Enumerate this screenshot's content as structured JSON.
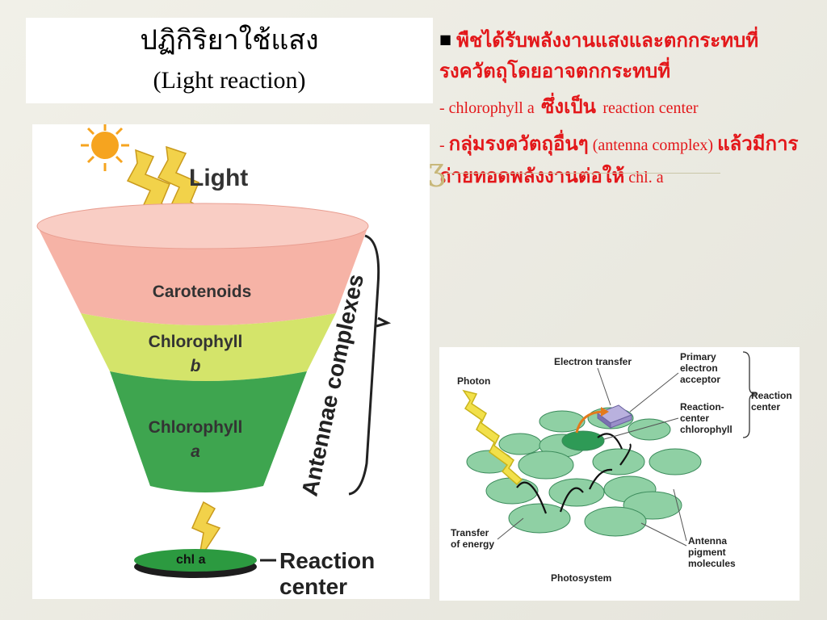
{
  "title": {
    "thai": "ปฏิกิริยาใช้แสง",
    "english": "(Light reaction)"
  },
  "bullet": {
    "line1": "พืชได้รับพลังงานแสงและตกกระทบที่รงควัตถุโดยอาจตกกระทบที่",
    "line2_prefix": "- chlorophyll a",
    "line2_thai": " ซึ่งเป็น ",
    "line2_suffix": "reaction center",
    "line3_prefix": "- ",
    "line3_thai": "กลุ่มรงควัตถุอื่นๆ",
    "line3_lat": " (antenna complex) ",
    "line3_thai2": "แล้วมีการถ่ายทอดพลังงานต่อให้",
    "line3_end": " chl. a"
  },
  "funnel_figure": {
    "light_label": "Light",
    "layer_top": "Carotenoids",
    "layer_mid_line1": "Chlorophyll",
    "layer_mid_line2": "b",
    "layer_bot_line1": "Chlorophyll",
    "layer_bot_line2": "a",
    "side_label": "Antennae complexes",
    "disc_label": "chl a",
    "rc_line1": "Reaction",
    "rc_line2": "center",
    "colors": {
      "top": "#f6b3a6",
      "mid": "#d4e46a",
      "bot": "#3ea54f",
      "sun": "#f6a41f",
      "bolt": "#f2d24a"
    }
  },
  "photosystem_figure": {
    "photon": "Photon",
    "electron_transfer": "Electron transfer",
    "primary_1": "Primary",
    "primary_2": "electron",
    "primary_3": "acceptor",
    "rcc_1": "Reaction-",
    "rcc_2": "center",
    "rcc_3": "chlorophyll",
    "rc_1": "Reaction",
    "rc_2": "center",
    "transfer_1": "Transfer",
    "transfer_2": "of energy",
    "antenna_1": "Antenna",
    "antenna_2": "pigment",
    "antenna_3": "molecules",
    "caption": "Photosystem",
    "colors": {
      "disc": "#8fd0a4",
      "disc_dark": "#2e9a56",
      "acceptor": "#9a8fc9"
    }
  }
}
